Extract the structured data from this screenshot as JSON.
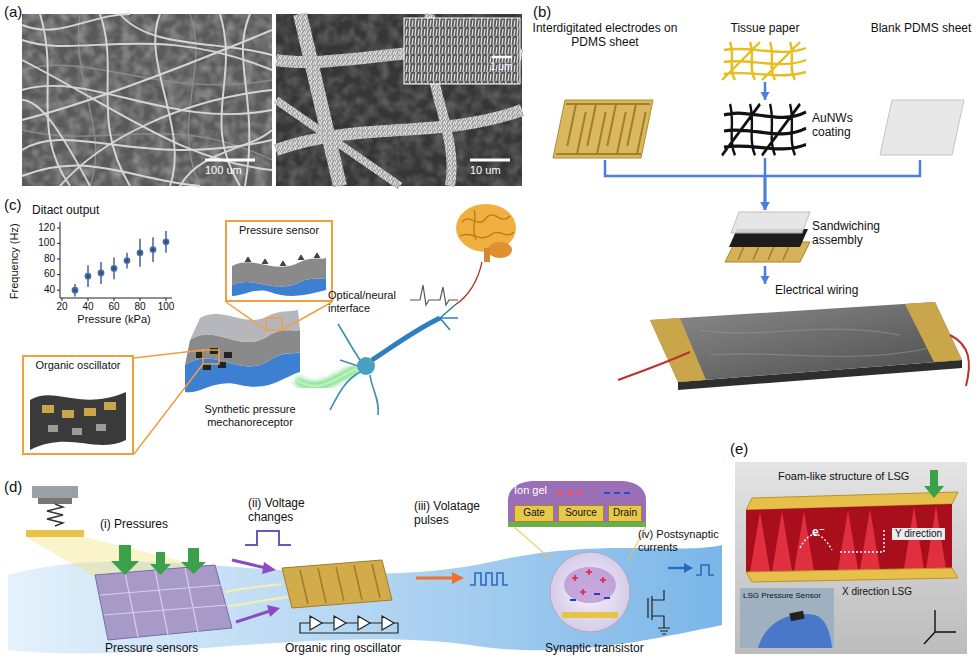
{
  "diagram": {
    "nodes": [
      {
        "text": [
          "Tissue paper"
        ]
      },
      {
        "text": [
          "Interdigitated electrodes on PDMS sheet"
        ]
      },
      {
        "text": [
          "AuNWs coating"
        ]
      },
      {
        "text": [
          "Blank PDMS sheet"
        ]
      },
      {
        "text": [
          "Sandwiching assembly"
        ]
      },
      {
        "text": [
          "Electrical wiring"
        ]
      },
      {
        "text": [
          "Pressure sensor"
        ]
      },
      {
        "text": [
          "Organic oscillator"
        ]
      },
      {
        "text": [
          "Ion gel"
        ]
      },
      {
        "text": [
          "Gate"
        ]
      },
      {
        "text": [
          "Source"
        ]
      },
      {
        "text": [
          "Drain"
        ]
      }
    ],
    "edges": [
      {
        "from": 0,
        "to": 2,
        "arrow": "to"
      },
      {
        "from": 1,
        "to": 4,
        "arrow": "to"
      },
      {
        "from": 2,
        "to": 4,
        "arrow": "to"
      },
      {
        "from": 3,
        "to": 4,
        "arrow": "to"
      },
      {
        "from": 4,
        "to": 5,
        "arrow": "to"
      }
    ],
    "labels": [
      "(a)",
      "100 um",
      "10 um",
      "1 um",
      "(b)",
      "(c)",
      "Ditact output",
      "Frequency (Hz)",
      "120",
      "100",
      "80",
      "60",
      "40",
      "20",
      "40",
      "60",
      "80",
      "100",
      "Pressure (kPa)",
      "Optical/neural interface",
      "Synthetic pressure mechanoreceptor",
      "(d)",
      "(i) Pressures",
      "(ii) Voltage changes",
      "(iii) Volatage pulses",
      "(iv) Postsynaptic currents",
      "Pressure sensors",
      "Organic ring oscillator",
      "Synaptic transistor",
      "(e)",
      "Foam-like structure of LSG",
      "e⁻",
      "Y direction",
      "X direction LSG",
      "LSG Pressure Sensor"
    ]
  }
}
